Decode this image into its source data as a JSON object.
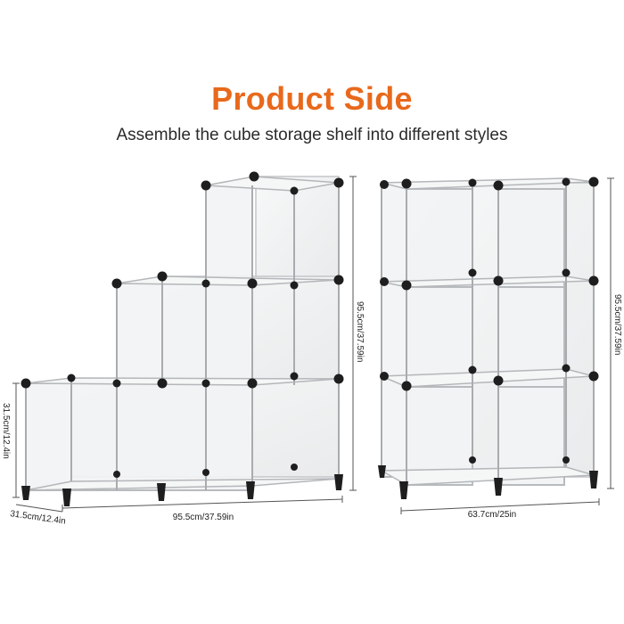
{
  "header": {
    "title": "Product Side",
    "subtitle": "Assemble the cube storage shelf into different styles"
  },
  "colors": {
    "title": "#e8691c",
    "panel": "#f3f4f4",
    "frame": "#b9bcbf",
    "connector": "#1e1e1e"
  },
  "staircase_shelf": {
    "height_label": "95.5cm/37.59in",
    "width_label": "95.5cm/37.59in",
    "side_height_label": "31.5cm/12.4in",
    "depth_label": "31.5cm/12.4in"
  },
  "tower_shelf": {
    "height_label": "95.5cm/37.59in",
    "width_label": "63.7cm/25in"
  }
}
